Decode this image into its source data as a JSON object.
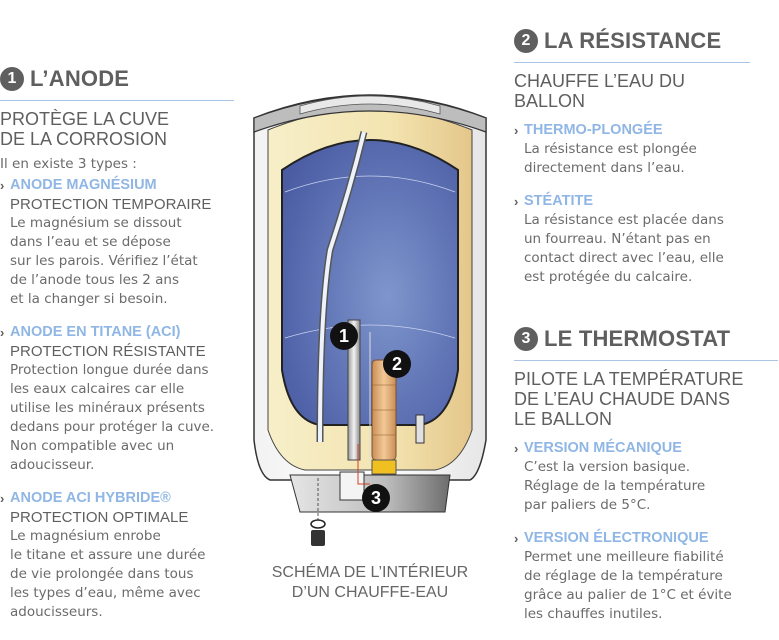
{
  "anode": {
    "number": "1",
    "title": "L’ANODE",
    "subtitle_lines": [
      "PROTÈGE LA CUVE",
      "DE LA CORROSION"
    ],
    "intro": "Il en existe 3 types :",
    "items": [
      {
        "name": "ANODE MAGNÉSIUM",
        "protection": "PROTECTION TEMPORAIRE",
        "lines": [
          "Le magnésium se dissout",
          "dans l’eau et se dépose",
          "sur les parois. Vérifiez l’état",
          "de l’anode tous les 2 ans",
          "et la changer si besoin."
        ]
      },
      {
        "name": "ANODE EN TITANE (ACI)",
        "protection": "PROTECTION RÉSISTANTE",
        "lines": [
          "Protection longue durée dans",
          "les eaux calcaires car elle",
          "utilise les minéraux présents",
          "dedans pour protéger la cuve.",
          "Non compatible avec un",
          "adoucisseur."
        ]
      },
      {
        "name": "ANODE ACI HYBRIDE®",
        "protection": "PROTECTION OPTIMALE",
        "lines": [
          "Le magnésium enrobe",
          "le titane et assure une durée",
          "de vie prolongée dans tous",
          "les types d’eau, même avec",
          "adoucisseurs."
        ]
      }
    ]
  },
  "resistance": {
    "number": "2",
    "title": "LA RÉSISTANCE",
    "subtitle_lines": [
      "CHAUFFE L’EAU DU",
      "BALLON"
    ],
    "items": [
      {
        "name": "THERMO-PLONGÉE",
        "lines": [
          "La résistance est plongée",
          "directement dans l’eau."
        ]
      },
      {
        "name": "STÉATITE",
        "lines": [
          "La résistance est placée dans",
          "un fourreau. N’étant pas en",
          "contact direct avec l’eau, elle",
          "est protégée du calcaire."
        ]
      }
    ]
  },
  "thermostat": {
    "number": "3",
    "title": "LE THERMOSTAT",
    "subtitle_lines": [
      "PILOTE LA TEMPÉRATURE",
      "DE L’EAU CHAUDE DANS",
      "LE BALLON"
    ],
    "items": [
      {
        "name": "VERSION MÉCANIQUE",
        "lines": [
          "C’est la version basique.",
          "Réglage de la température",
          "par paliers de 5°C."
        ]
      },
      {
        "name": "VERSION ÉLECTRONIQUE",
        "lines": [
          "Permet une meilleure fiabilité",
          "de réglage de la température",
          "grâce au palier de 1°C et évite",
          "les chauffes inutiles."
        ]
      }
    ]
  },
  "diagram": {
    "labels": [
      "1",
      "2",
      "3"
    ],
    "caption_lines": [
      "SCHÉMA DE L’INTÉRIEUR",
      "D’UN CHAUFFE-EAU"
    ]
  },
  "colors": {
    "heading": "#5f5f5f",
    "accent_blue": "#8fb6e4",
    "rule": "#a9c6e6",
    "body": "#6b6b6b",
    "tank_blue": "#5b6fb0",
    "insulation": "#f3e7b8"
  }
}
